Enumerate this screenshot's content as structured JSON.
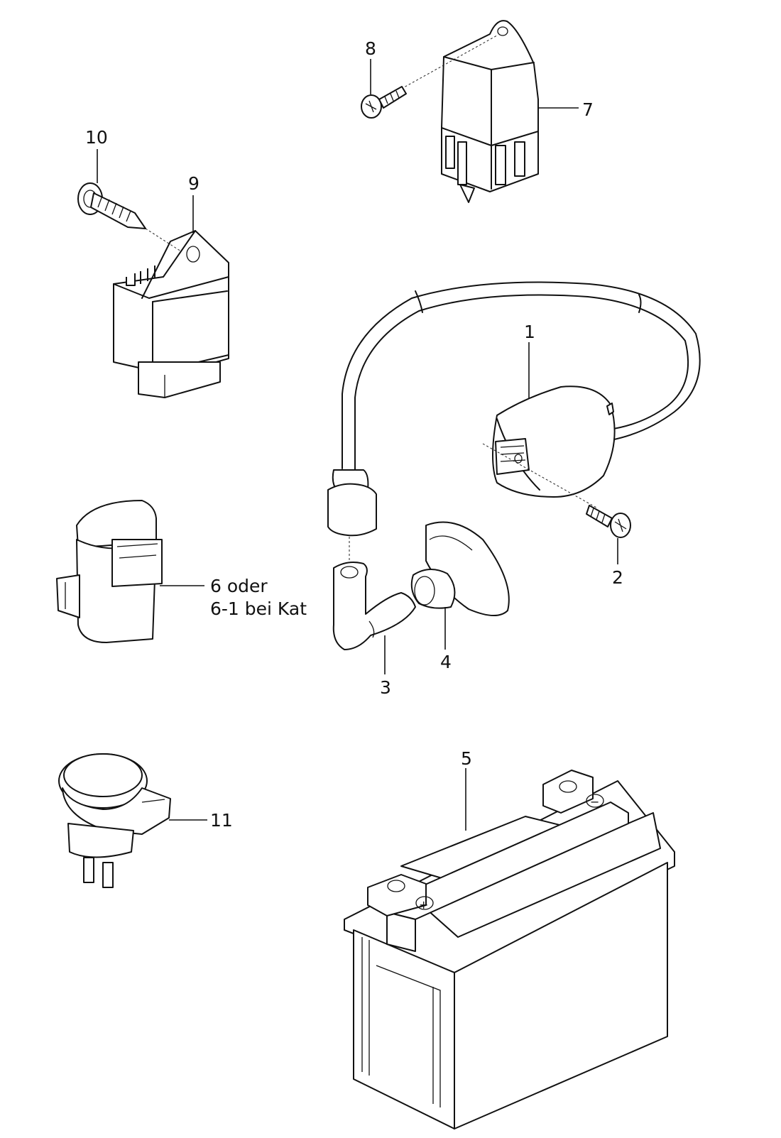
{
  "labels": {
    "part1": "1",
    "part2": "2",
    "part3": "3",
    "part4": "4",
    "part5": "5",
    "part6_line1": "6 oder",
    "part6_line2": "6-1 bei Kat",
    "part7": "7",
    "part8": "8",
    "part9": "9",
    "part10": "10",
    "part11": "11"
  },
  "battery_symbols": {
    "positive": "+",
    "negative": "−"
  }
}
